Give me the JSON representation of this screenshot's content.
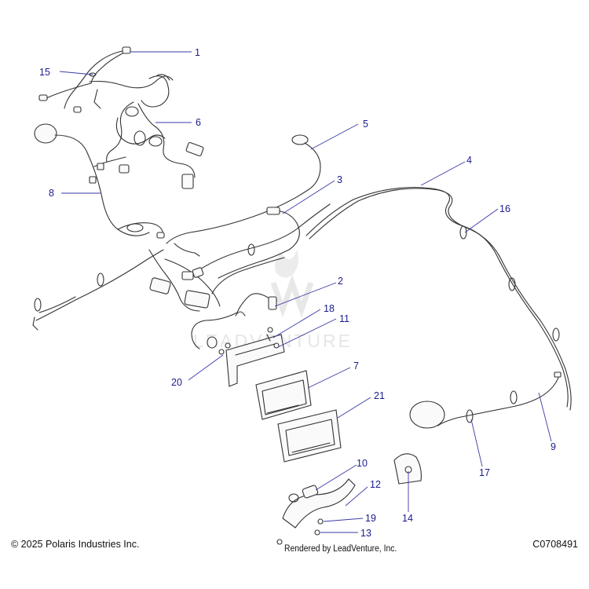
{
  "callouts": [
    {
      "id": "1",
      "label": "1"
    },
    {
      "id": "2",
      "label": "2"
    },
    {
      "id": "3",
      "label": "3"
    },
    {
      "id": "4",
      "label": "4"
    },
    {
      "id": "5",
      "label": "5"
    },
    {
      "id": "6",
      "label": "6"
    },
    {
      "id": "7",
      "label": "7"
    },
    {
      "id": "8",
      "label": "8"
    },
    {
      "id": "9",
      "label": "9"
    },
    {
      "id": "10",
      "label": "10"
    },
    {
      "id": "11",
      "label": "11"
    },
    {
      "id": "12",
      "label": "12"
    },
    {
      "id": "13",
      "label": "13"
    },
    {
      "id": "14",
      "label": "14"
    },
    {
      "id": "15",
      "label": "15"
    },
    {
      "id": "16",
      "label": "16"
    },
    {
      "id": "17",
      "label": "17"
    },
    {
      "id": "18",
      "label": "18"
    },
    {
      "id": "19",
      "label": "19"
    },
    {
      "id": "20",
      "label": "20"
    },
    {
      "id": "21",
      "label": "21"
    }
  ],
  "watermark": "LEADVENTURE",
  "footer": {
    "copyright": "© 2025 Polaris Industries Inc.",
    "rendered_by": "Rendered by LeadVenture, Inc.",
    "drawing_id": "C0708491"
  },
  "colors": {
    "callout": "#1a1a8c",
    "line": "#333333",
    "watermark": "#e6e6e6"
  }
}
